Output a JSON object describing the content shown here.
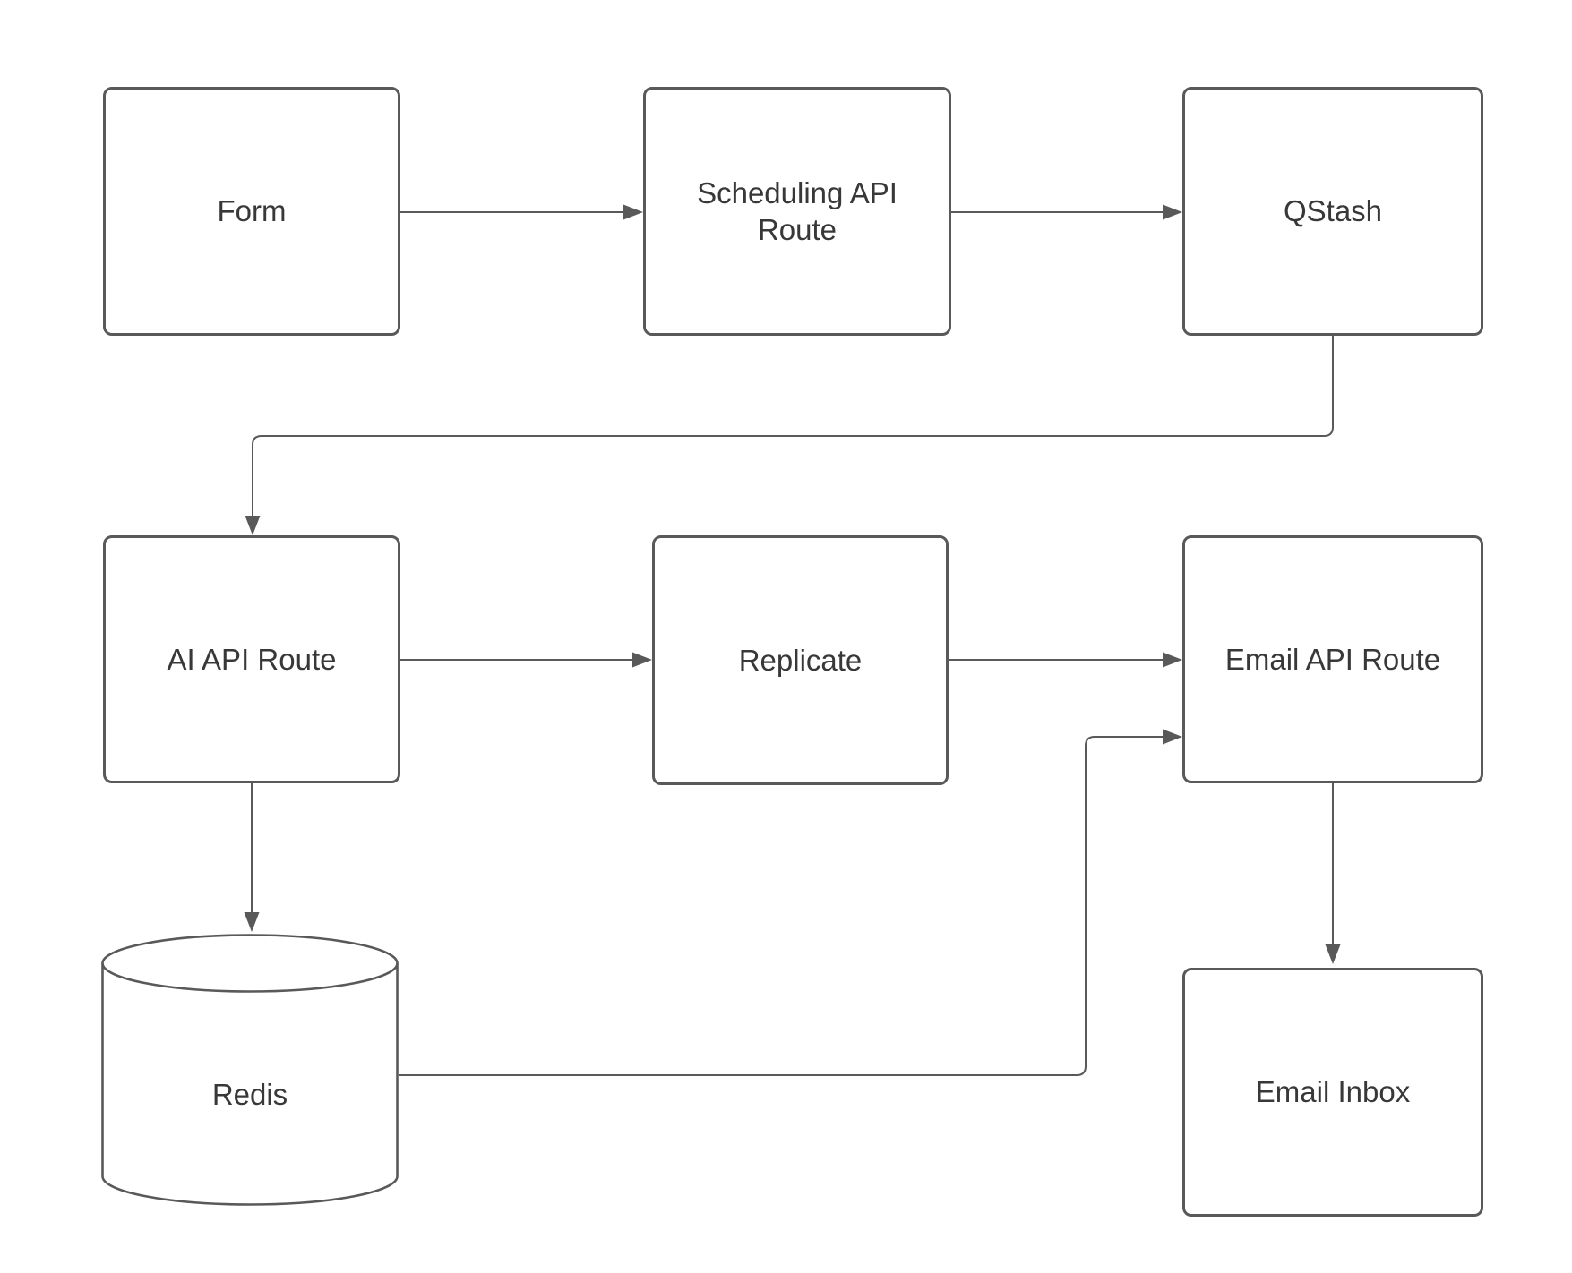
{
  "diagram": {
    "type": "flowchart",
    "background": "#ffffff",
    "colors": {
      "node_fill": "#ffffff",
      "node_stroke": "#595959",
      "edge_stroke": "#595959",
      "arrowhead_fill": "#595959",
      "text": "#383838"
    },
    "nodes": {
      "form": {
        "label": "Form",
        "shape": "rectangle"
      },
      "scheduling_api_route": {
        "label": "Scheduling API Route",
        "shape": "rectangle"
      },
      "qstash": {
        "label": "QStash",
        "shape": "rectangle"
      },
      "ai_api_route": {
        "label": "AI API Route",
        "shape": "rectangle"
      },
      "replicate": {
        "label": "Replicate",
        "shape": "rectangle"
      },
      "email_api_route": {
        "label": "Email API Route",
        "shape": "rectangle"
      },
      "redis": {
        "label": "Redis",
        "shape": "cylinder"
      },
      "email_inbox": {
        "label": "Email Inbox",
        "shape": "rectangle"
      }
    },
    "edges": [
      {
        "from": "form",
        "to": "scheduling_api_route",
        "style": "straight"
      },
      {
        "from": "scheduling_api_route",
        "to": "qstash",
        "style": "straight"
      },
      {
        "from": "qstash",
        "to": "ai_api_route",
        "style": "elbow"
      },
      {
        "from": "ai_api_route",
        "to": "replicate",
        "style": "straight"
      },
      {
        "from": "replicate",
        "to": "email_api_route",
        "style": "straight"
      },
      {
        "from": "ai_api_route",
        "to": "redis",
        "style": "straight"
      },
      {
        "from": "redis",
        "to": "email_api_route",
        "style": "elbow"
      },
      {
        "from": "email_api_route",
        "to": "email_inbox",
        "style": "straight"
      }
    ]
  }
}
